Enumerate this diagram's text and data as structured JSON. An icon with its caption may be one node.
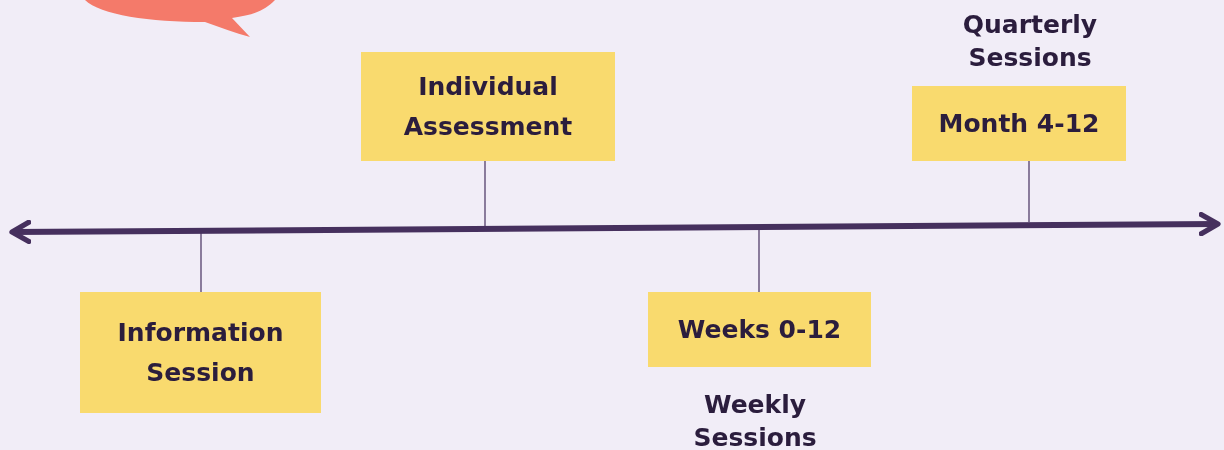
{
  "diagram": {
    "nodes": [
      {
        "text": [
          "Information Session"
        ]
      },
      {
        "text": [
          "Individual Assessment"
        ]
      },
      {
        "text": [
          "Weeks 0-12"
        ],
        "beside": [
          "Weekly Sessions"
        ]
      },
      {
        "text": [
          "Month 4-12"
        ],
        "beside": [
          "Quarterly Sessions"
        ]
      },
      {
        "text": [],
        "shape": "bubble"
      }
    ],
    "edges": [
      {
        "from": 0,
        "to": null,
        "arrow": "none"
      },
      {
        "from": 1,
        "to": null,
        "arrow": "none"
      },
      {
        "from": 2,
        "to": null,
        "arrow": "none"
      },
      {
        "from": 3,
        "to": null,
        "arrow": "none"
      }
    ]
  }
}
